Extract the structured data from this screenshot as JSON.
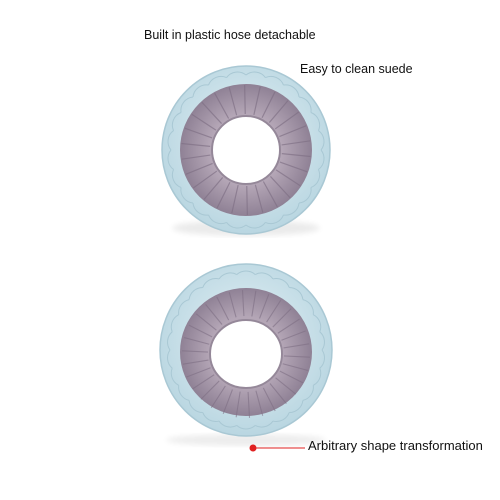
{
  "captions": {
    "top": "Built in plastic hose detachable",
    "middle": "Easy to clean suede",
    "bottom": "Arbitrary shape transformation"
  },
  "colors": {
    "outer_ring": "#cfe5ee",
    "outer_ring_edge": "#a9c8d4",
    "inner_ring": "#a89aaa",
    "inner_ring_dark": "#8e7f92",
    "pointer": "#e02020"
  }
}
